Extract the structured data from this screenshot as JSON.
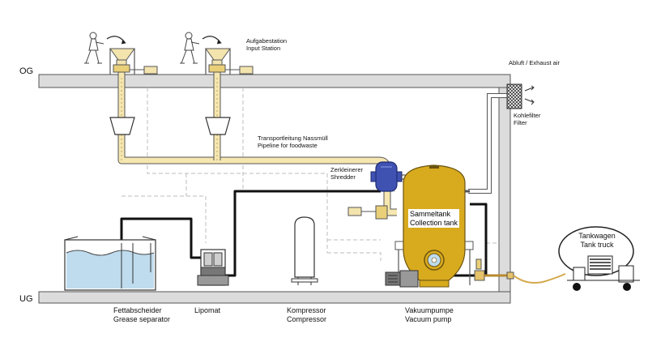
{
  "floors": {
    "upper": "OG",
    "lower": "UG"
  },
  "labels": {
    "input_station": [
      "Aufgabestation",
      "Input Station"
    ],
    "exhaust": "Abluft / Exhaust air",
    "filter": [
      "Kohlefilter",
      "Filter"
    ],
    "pipeline": [
      "Transportleitung Nassmüll",
      "Pipeline for foodwaste"
    ],
    "shredder": [
      "Zerkleinerer",
      "Shredder"
    ],
    "tank": [
      "Sammeltank",
      "Collection tank"
    ],
    "truck": [
      "Tankwagen",
      "Tank truck"
    ],
    "grease": [
      "Fettabscheider",
      "Grease separator"
    ],
    "lipomat": "Lipomat",
    "compressor": [
      "Kompressor",
      "Compressor"
    ],
    "vacuum_pump": [
      "Vakuumpumpe",
      "Vacuum pump"
    ]
  },
  "colors": {
    "slab": "#dcdcdc",
    "foodwaste_pipe": "#f6e7b0",
    "tank_yellow": "#d8aa1e",
    "shredder_blue": "#3f52b2",
    "water": "#bfdcee",
    "black_line": "#111111"
  }
}
